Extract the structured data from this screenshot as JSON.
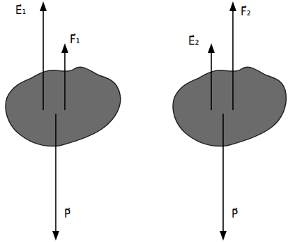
{
  "diagram": {
    "labels": [
      "E⃗₁",
      "F⃗₁",
      "P⃗",
      "E⃗₂",
      "F⃗₂",
      "P⃗"
    ]
  }
}
